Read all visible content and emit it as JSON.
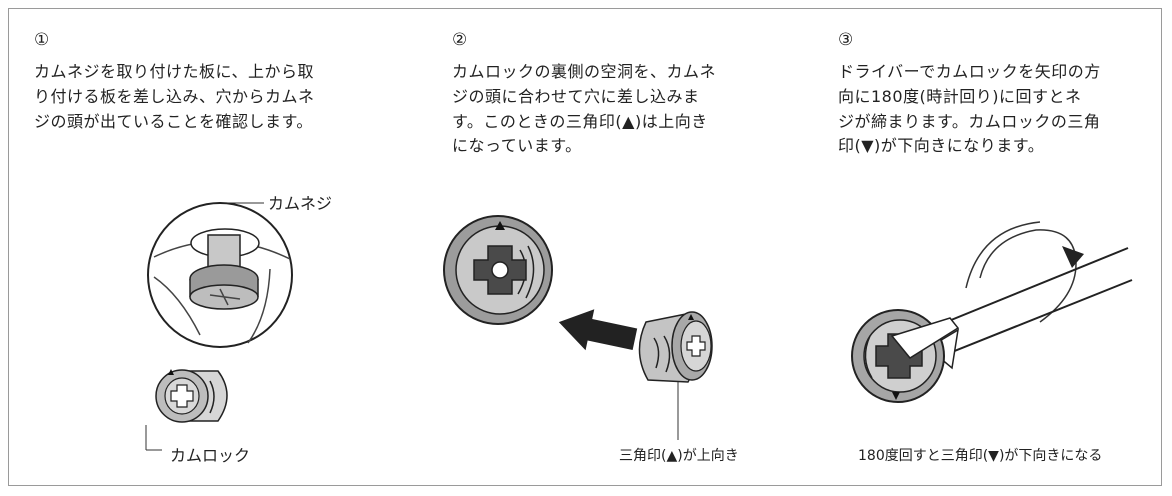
{
  "steps": [
    {
      "number": "①",
      "text": "カムネジを取り付けた板に、上から取\nり付ける板を差し込み、穴からカムネ\nジの頭が出ていることを確認します。",
      "labels": {
        "screw": "カムネジ",
        "lock": "カムロック"
      }
    },
    {
      "number": "②",
      "text": "カムロックの裏側の空洞を、カムネ\nジの頭に合わせて穴に差し込みま\nす。このときの三角印(▲)は上向き\nになっています。",
      "caption": "三角印(▲)が上向き"
    },
    {
      "number": "③",
      "text": "ドライバーでカムロックを矢印の方\n向に180度(時計回り)に回すとネ\nジが締まります。カムロックの三角\n印(▼)が下向きになります。",
      "caption": "180度回すと三角印(▼)が下向きになる"
    }
  ]
}
